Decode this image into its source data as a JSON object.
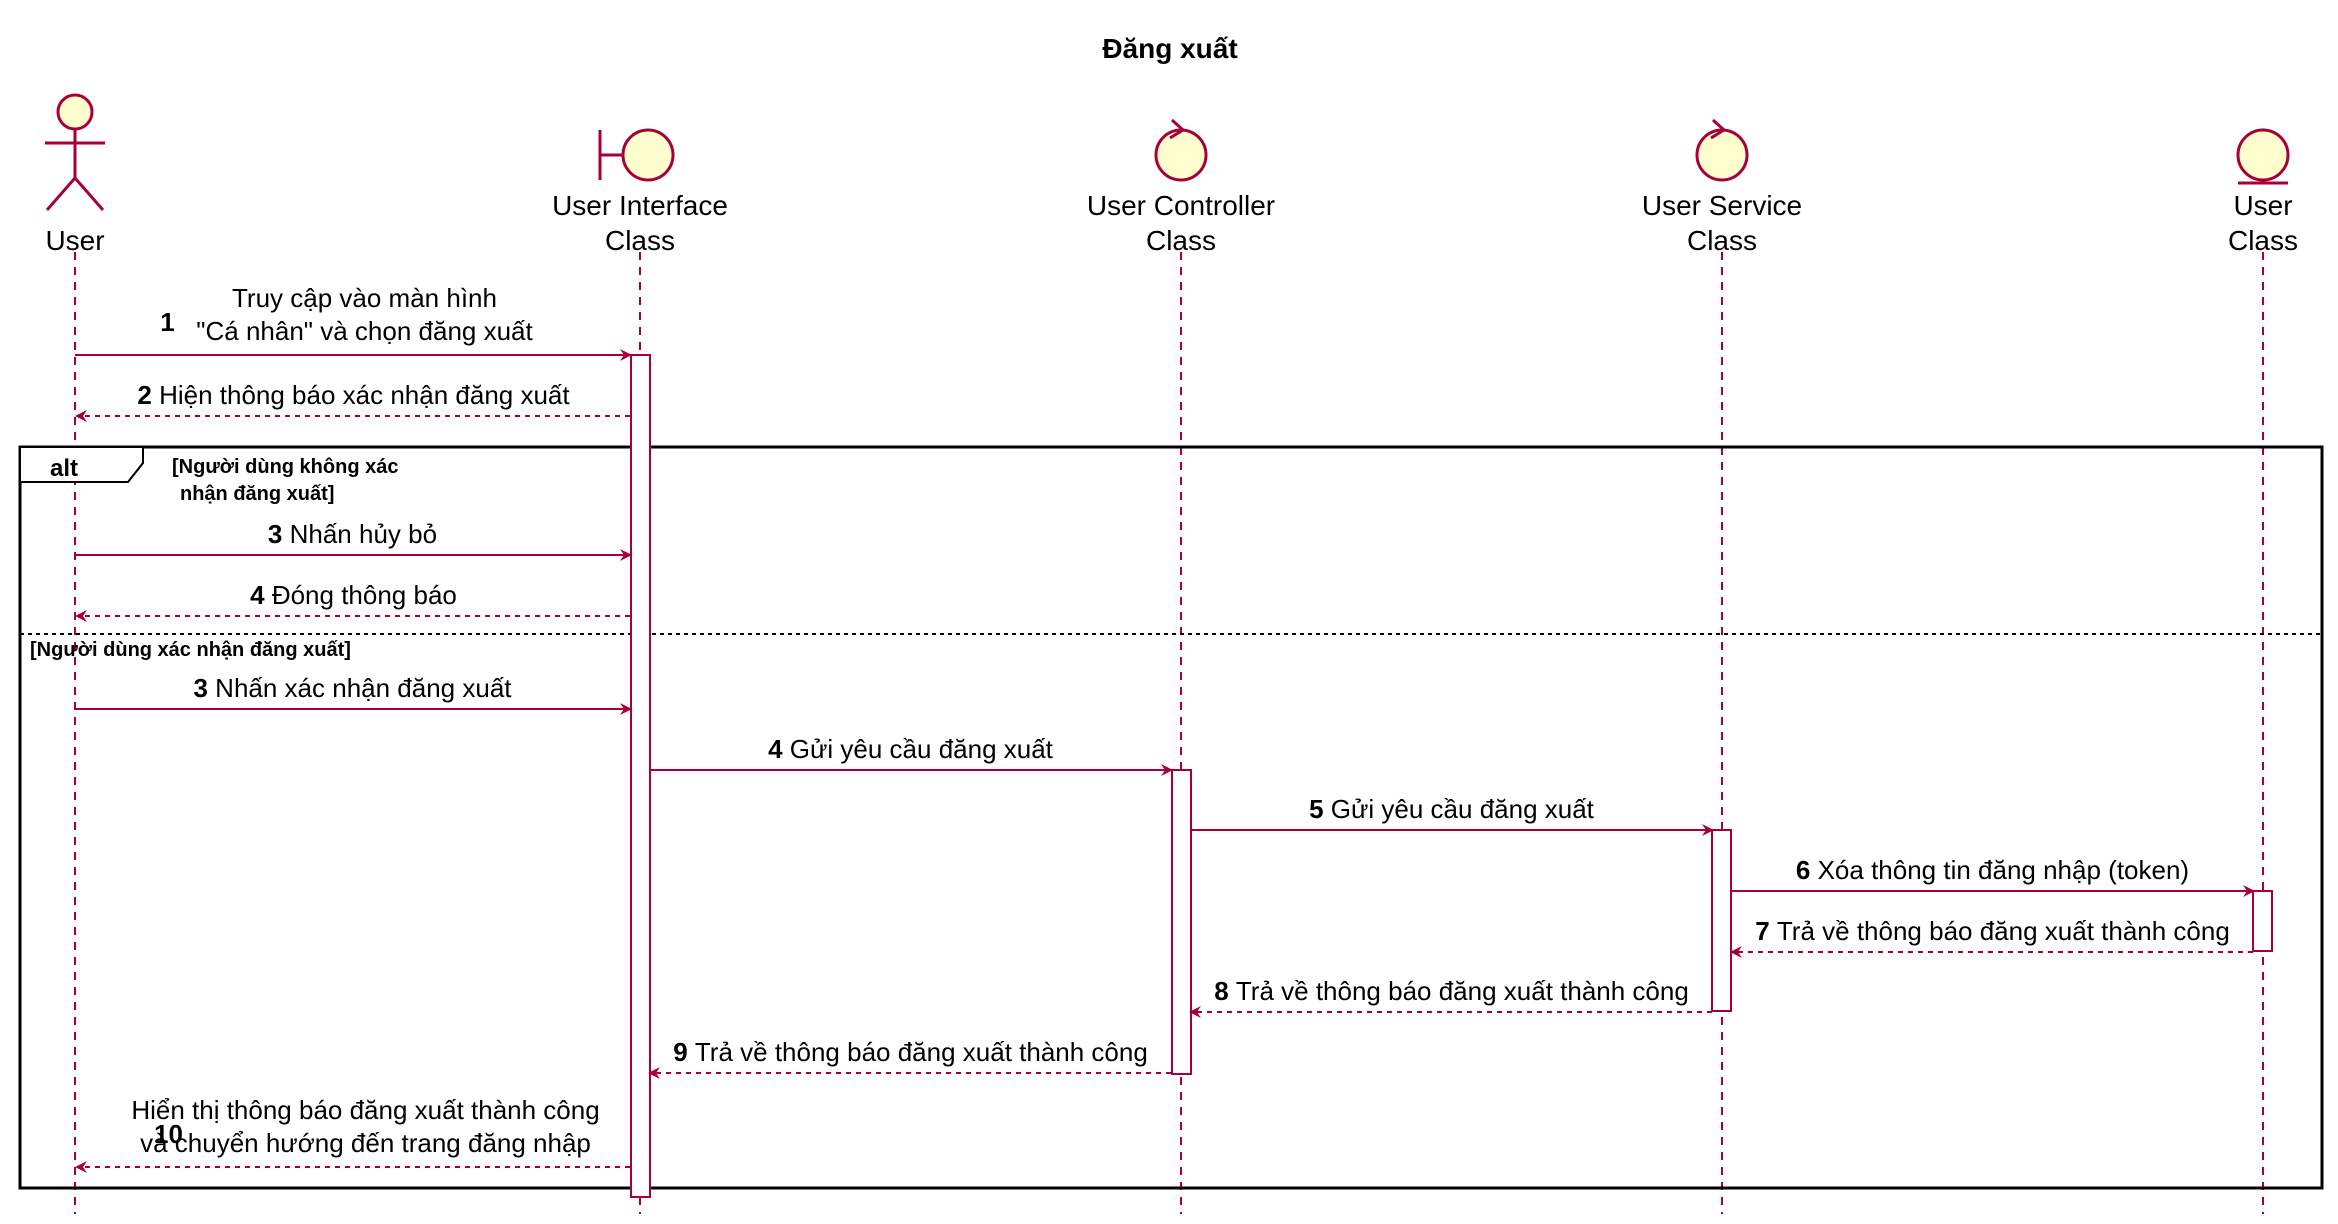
{
  "title": "Đăng xuất",
  "colors": {
    "line": "#A80036",
    "fill": "#FEFECE",
    "frame": "#000000",
    "text": "#000000"
  },
  "participants": [
    {
      "id": "user",
      "kind": "actor",
      "icon": "actor-icon",
      "label": [
        "User"
      ]
    },
    {
      "id": "ui",
      "kind": "boundary",
      "icon": "boundary-icon",
      "label": [
        "User Interface",
        "Class"
      ]
    },
    {
      "id": "controller",
      "kind": "control",
      "icon": "control-icon",
      "label": [
        "User Controller",
        "Class"
      ]
    },
    {
      "id": "service",
      "kind": "control",
      "icon": "control-icon",
      "label": [
        "User Service",
        "Class"
      ]
    },
    {
      "id": "entity",
      "kind": "entity",
      "icon": "entity-icon",
      "label": [
        "User",
        "Class"
      ]
    }
  ],
  "alt": {
    "keyword": "alt",
    "guard1": [
      "[Người dùng không xác",
      "nhận đăng xuất]"
    ],
    "guard2": "[Người dùng xác nhận đăng xuất]"
  },
  "messages": [
    {
      "num": "1",
      "text": [
        "Truy cập vào màn hình",
        "\"Cá nhân\" và chọn đăng xuất"
      ],
      "from": "user",
      "to": "ui",
      "dashed": false
    },
    {
      "num": "2",
      "text": [
        "Hiện thông báo xác nhận đăng xuất"
      ],
      "from": "ui",
      "to": "user",
      "dashed": true
    },
    {
      "num": "3",
      "text": [
        "Nhấn hủy bỏ"
      ],
      "from": "user",
      "to": "ui",
      "dashed": false
    },
    {
      "num": "4",
      "text": [
        "Đóng thông báo"
      ],
      "from": "ui",
      "to": "user",
      "dashed": true
    },
    {
      "num": "3",
      "text": [
        "Nhấn xác nhận đăng xuất"
      ],
      "from": "user",
      "to": "ui",
      "dashed": false
    },
    {
      "num": "4",
      "text": [
        "Gửi yêu cầu đăng xuất"
      ],
      "from": "ui",
      "to": "controller",
      "dashed": false
    },
    {
      "num": "5",
      "text": [
        "Gửi yêu cầu đăng xuất"
      ],
      "from": "controller",
      "to": "service",
      "dashed": false
    },
    {
      "num": "6",
      "text": [
        "Xóa thông tin đăng nhập (token)"
      ],
      "from": "service",
      "to": "entity",
      "dashed": false
    },
    {
      "num": "7",
      "text": [
        "Trả về thông báo đăng xuất thành công"
      ],
      "from": "entity",
      "to": "service",
      "dashed": true
    },
    {
      "num": "8",
      "text": [
        "Trả về thông báo đăng xuất thành công"
      ],
      "from": "service",
      "to": "controller",
      "dashed": true
    },
    {
      "num": "9",
      "text": [
        "Trả về thông báo đăng xuất thành công"
      ],
      "from": "controller",
      "to": "ui",
      "dashed": true
    },
    {
      "num": "10",
      "text": [
        "Hiển thị thông báo đăng xuất thành công",
        "và chuyển hướng đến trang đăng nhập"
      ],
      "from": "ui",
      "to": "user",
      "dashed": true
    }
  ]
}
